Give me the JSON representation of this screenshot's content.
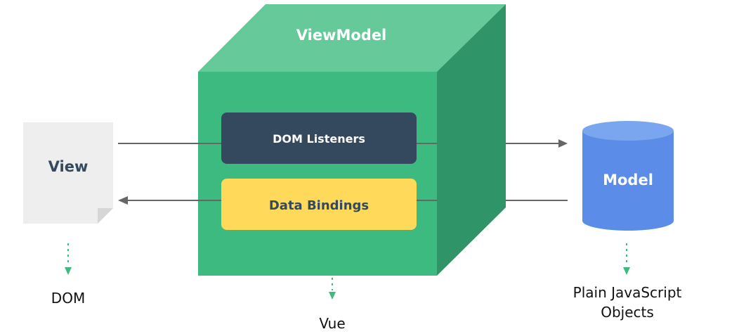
{
  "viewmodel": {
    "title": "ViewModel",
    "dom_listeners_label": "DOM Listeners",
    "data_bindings_label": "Data Bindings",
    "caption": "Vue"
  },
  "view": {
    "label": "View",
    "caption": "DOM"
  },
  "model": {
    "label": "Model",
    "caption_line1": "Plain JavaScript",
    "caption_line2": "Objects"
  },
  "colors": {
    "cube_front": "#3dba80",
    "cube_top": "#66c99a",
    "cube_side": "#2f9467",
    "dom_listeners_box": "#34495e",
    "data_bindings_box": "#ffd95a",
    "view_doc": "#eeeeee",
    "view_doc_fold": "#d6d6d6",
    "view_text": "#34495e",
    "model_cylinder": "#5b8de8",
    "model_cylinder_top": "#7aa6f0",
    "arrow": "#666666",
    "dotted_arrow": "#3dba80"
  }
}
